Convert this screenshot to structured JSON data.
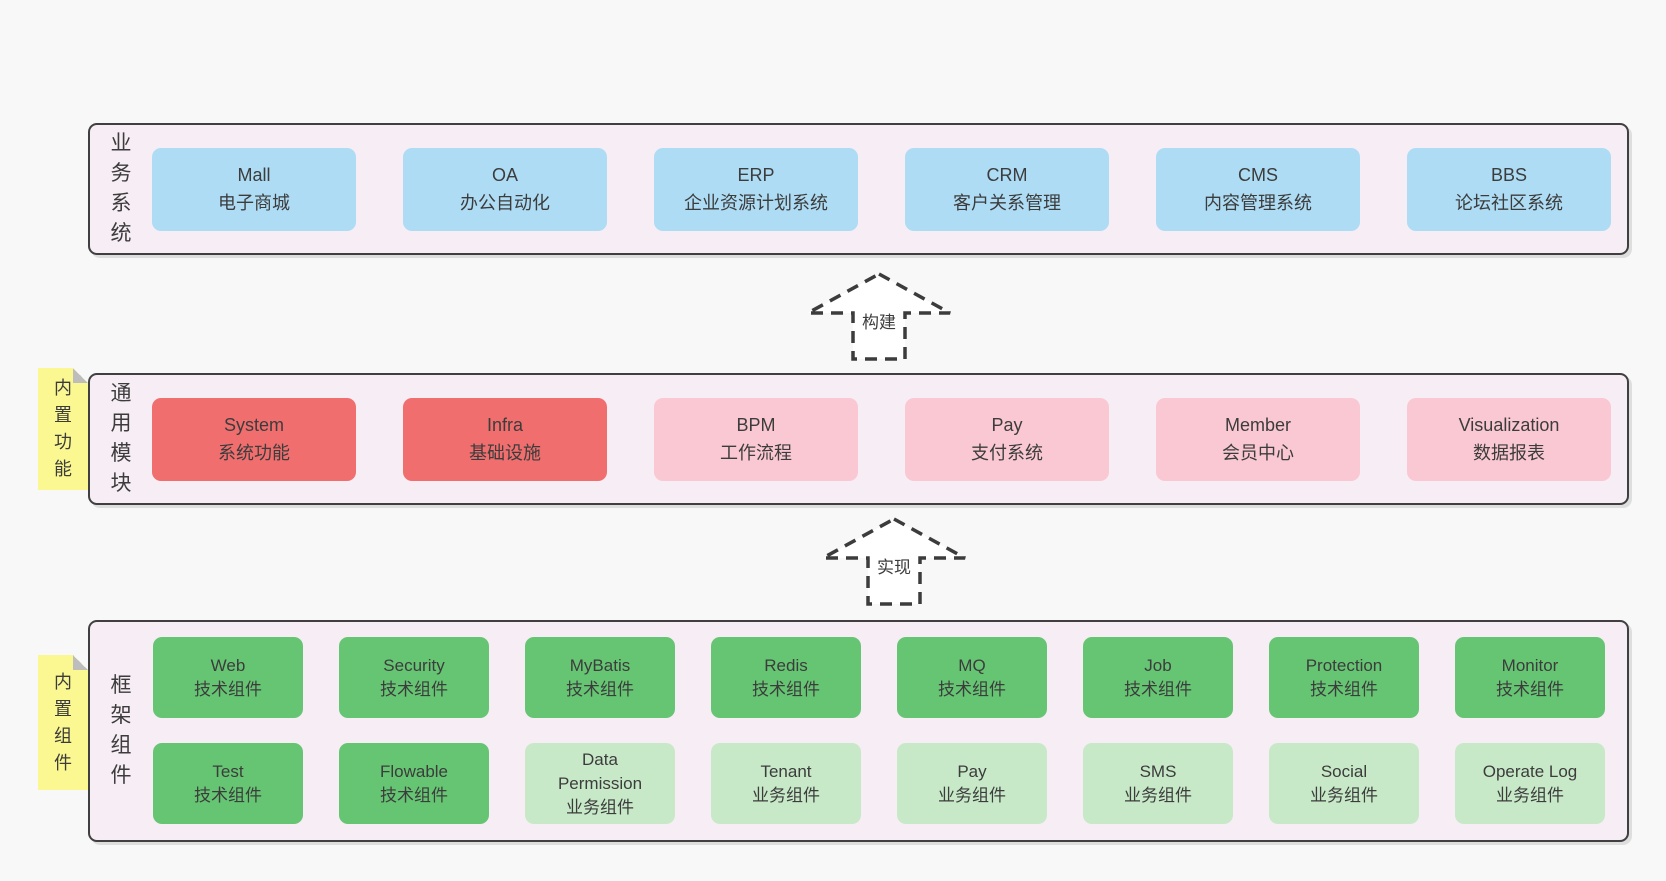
{
  "page": {
    "background": "#f8f8f8"
  },
  "palette": {
    "blue": "#aedcf4",
    "red": "#f06e6e",
    "pink": "#fac8d2",
    "green": "#66c573",
    "light_green": "#c7e9c8",
    "container_bg": "#f7edf5",
    "note_yellow": "#fbf891",
    "border": "#404040",
    "text": "#3c3c3c",
    "arrow_fill": "#ffffff"
  },
  "arrows": [
    {
      "label": "构建"
    },
    {
      "label": "实现"
    }
  ],
  "layers": {
    "business": {
      "label": "业务系统",
      "boxes": [
        {
          "title": "Mall",
          "subtitle": "电子商城",
          "variant": "blue"
        },
        {
          "title": "OA",
          "subtitle": "办公自动化",
          "variant": "blue"
        },
        {
          "title": "ERP",
          "subtitle": "企业资源计划系统",
          "variant": "blue"
        },
        {
          "title": "CRM",
          "subtitle": "客户关系管理",
          "variant": "blue"
        },
        {
          "title": "CMS",
          "subtitle": "内容管理系统",
          "variant": "blue"
        },
        {
          "title": "BBS",
          "subtitle": "论坛社区系统",
          "variant": "blue"
        }
      ]
    },
    "modules": {
      "label": "通用模块",
      "note": "内置功能",
      "boxes": [
        {
          "title": "System",
          "subtitle": "系统功能",
          "variant": "red"
        },
        {
          "title": "Infra",
          "subtitle": "基础设施",
          "variant": "red"
        },
        {
          "title": "BPM",
          "subtitle": "工作流程",
          "variant": "pink"
        },
        {
          "title": "Pay",
          "subtitle": "支付系统",
          "variant": "pink"
        },
        {
          "title": "Member",
          "subtitle": "会员中心",
          "variant": "pink"
        },
        {
          "title": "Visualization",
          "subtitle": "数据报表",
          "variant": "pink"
        }
      ]
    },
    "components": {
      "label": "框架组件",
      "note": "内置组件",
      "row1": [
        {
          "title": "Web",
          "subtitle": "技术组件",
          "variant": "green"
        },
        {
          "title": "Security",
          "subtitle": "技术组件",
          "variant": "green"
        },
        {
          "title": "MyBatis",
          "subtitle": "技术组件",
          "variant": "green"
        },
        {
          "title": "Redis",
          "subtitle": "技术组件",
          "variant": "green"
        },
        {
          "title": "MQ",
          "subtitle": "技术组件",
          "variant": "green"
        },
        {
          "title": "Job",
          "subtitle": "技术组件",
          "variant": "green"
        },
        {
          "title": "Protection",
          "subtitle": "技术组件",
          "variant": "green"
        },
        {
          "title": "Monitor",
          "subtitle": "技术组件",
          "variant": "green"
        }
      ],
      "row2": [
        {
          "title": "Test",
          "subtitle": "技术组件",
          "variant": "green"
        },
        {
          "title": "Flowable",
          "subtitle": "技术组件",
          "variant": "green"
        },
        {
          "title": "Data Permission",
          "subtitle": "业务组件",
          "variant": "light-green"
        },
        {
          "title": "Tenant",
          "subtitle": "业务组件",
          "variant": "light-green"
        },
        {
          "title": "Pay",
          "subtitle": "业务组件",
          "variant": "light-green"
        },
        {
          "title": "SMS",
          "subtitle": "业务组件",
          "variant": "light-green"
        },
        {
          "title": "Social",
          "subtitle": "业务组件",
          "variant": "light-green"
        },
        {
          "title": "Operate Log",
          "subtitle": "业务组件",
          "variant": "light-green"
        }
      ]
    }
  }
}
